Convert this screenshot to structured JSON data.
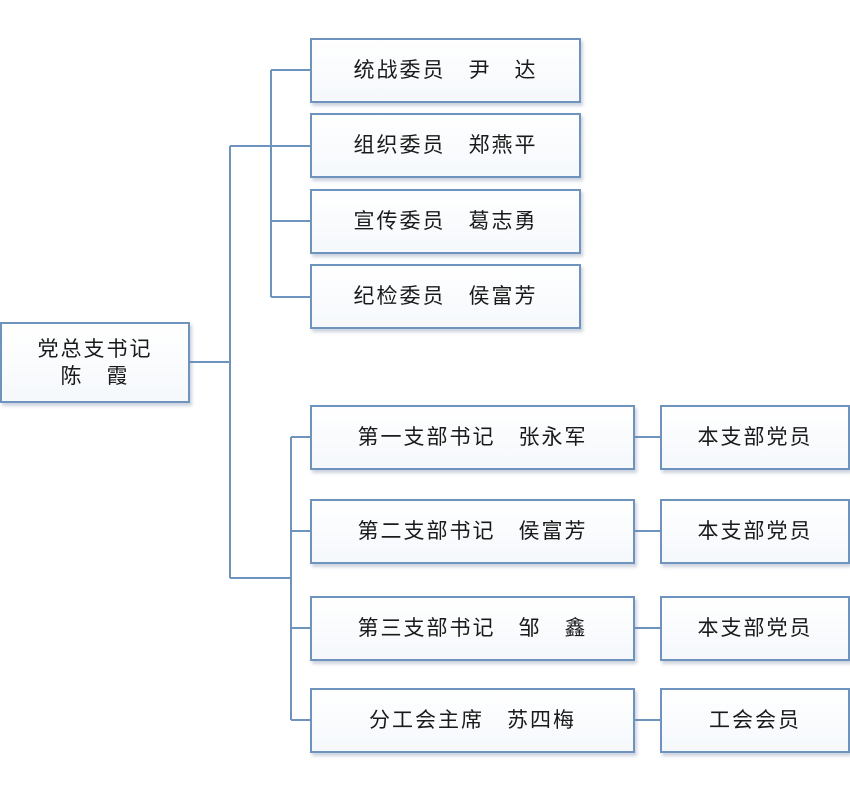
{
  "root": {
    "title": "党总支书记",
    "name": "陈　霞"
  },
  "committee": [
    {
      "label": "统战委员　尹　达"
    },
    {
      "label": "组织委员　郑燕平"
    },
    {
      "label": "宣传委员　葛志勇"
    },
    {
      "label": "纪检委员　侯富芳"
    }
  ],
  "branches": [
    {
      "label": "第一支部书记　张永军",
      "member": "本支部党员"
    },
    {
      "label": "第二支部书记　侯富芳",
      "member": "本支部党员"
    },
    {
      "label": "第三支部书记　邹　鑫",
      "member": "本支部党员"
    },
    {
      "label": "分工会主席　苏四梅",
      "member": "工会会员"
    }
  ],
  "colors": {
    "line": "#6e93bd",
    "border": "#6e93bd"
  }
}
